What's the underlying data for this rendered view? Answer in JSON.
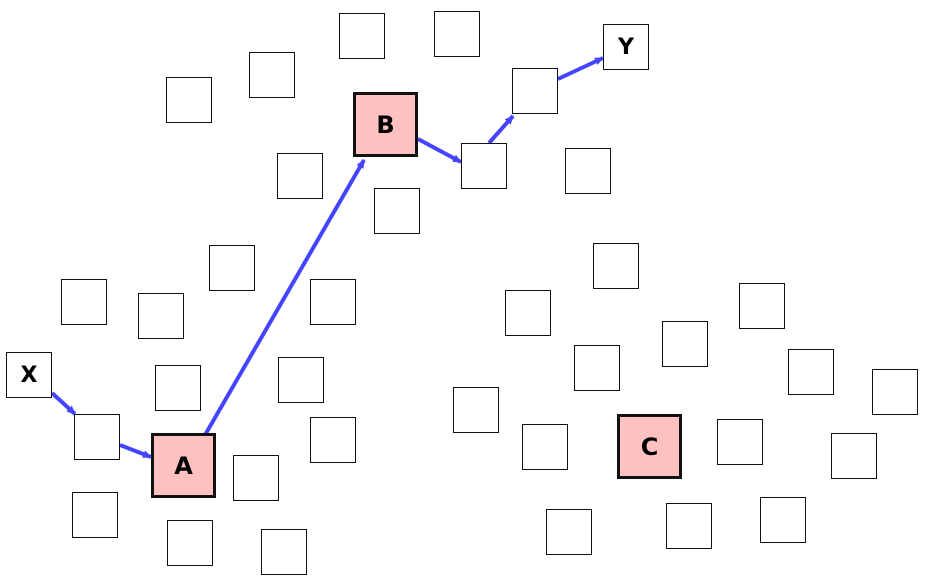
{
  "colors": {
    "hub_fill": "#ffc0c0",
    "edge": "#4444ff",
    "border": "#111111"
  },
  "nodes": {
    "x": {
      "label": "X"
    },
    "y": {
      "label": "Y"
    },
    "a": {
      "label": "A"
    },
    "b": {
      "label": "B"
    },
    "c": {
      "label": "C"
    }
  }
}
